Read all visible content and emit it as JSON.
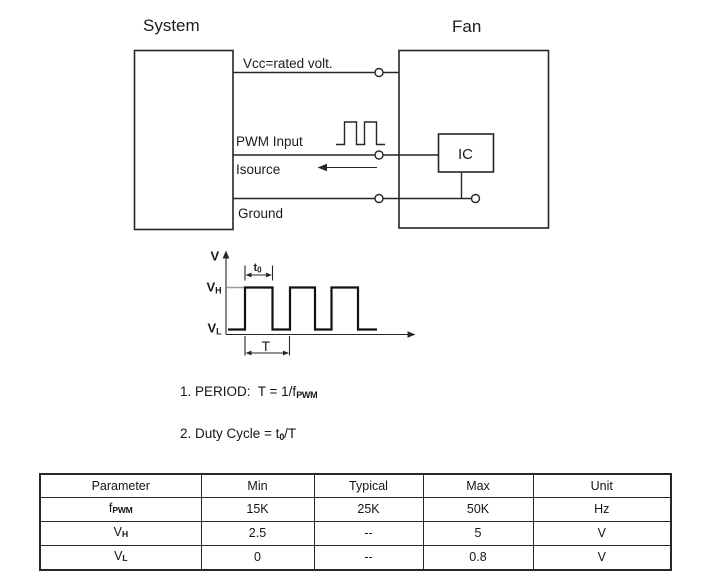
{
  "diagram": {
    "system_label": "System",
    "fan_label": "Fan",
    "ic_label": "IC",
    "vcc_label": "Vcc=rated volt.",
    "pwm_label": "PWM Input",
    "isource_label": "Isource",
    "ground_label": "Ground"
  },
  "waveform": {
    "axis_label": "V",
    "vh": {
      "base": "V",
      "sub": "H"
    },
    "vl": {
      "base": "V",
      "sub": "L"
    },
    "t0": {
      "base": "t",
      "sub": "0"
    },
    "period": "T"
  },
  "notes": {
    "note1": {
      "prefix": "1. PERIOD:  T = 1/f",
      "sub": "PWM"
    },
    "note2": {
      "prefix": "2. Duty Cycle = t",
      "sub": "0",
      "suffix": "/T"
    }
  },
  "table": {
    "headers": [
      "Parameter",
      "Min",
      "Typical",
      "Max",
      "Unit"
    ],
    "rows": [
      {
        "param": {
          "base": "f",
          "sub": "PWM"
        },
        "min": "15K",
        "typical": "25K",
        "max": "50K",
        "unit": "Hz"
      },
      {
        "param": {
          "base": "V",
          "sub": "H"
        },
        "min": "2.5",
        "typical": "--",
        "max": "5",
        "unit": "V"
      },
      {
        "param": {
          "base": "V",
          "sub": "L"
        },
        "min": "0",
        "typical": "--",
        "max": "0.8",
        "unit": "V"
      }
    ]
  },
  "colors": {
    "ink": "#262626",
    "gray_line": "#9b9b9b",
    "background": "#ffffff"
  }
}
